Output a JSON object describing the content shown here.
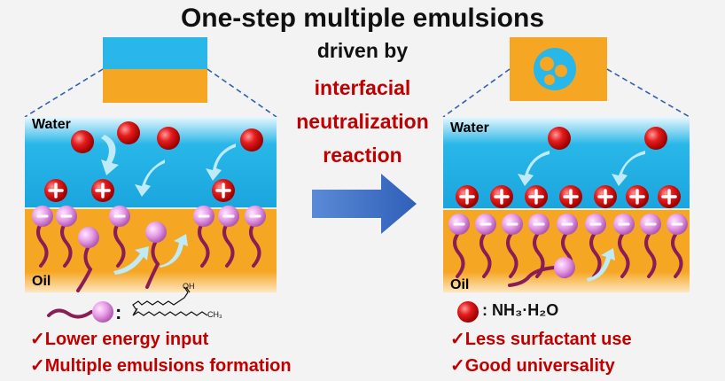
{
  "title": "One-step multiple emulsions",
  "subtitle_lines": [
    "driven by",
    "interfacial",
    "neutralization",
    "reaction"
  ],
  "left_panel": {
    "water_label": "Water",
    "oil_label": "Oil",
    "points": [
      "Lower energy input",
      "Multiple emulsions formation"
    ]
  },
  "right_panel": {
    "water_label": "Water",
    "oil_label": "Oil",
    "legend_label": ": NH₃·H₂O",
    "points": [
      "Less surfactant use",
      "Good universality"
    ]
  },
  "surfactant_legend": {
    "colon": ":",
    "oh_label": "OH",
    "ch3_label": "CH₃"
  },
  "check_symbol": "✓",
  "colors": {
    "water": "#29b6e8",
    "oil": "#f5a623",
    "accent_red": "#c00000",
    "arrow_blue": "#3f6fc4"
  }
}
